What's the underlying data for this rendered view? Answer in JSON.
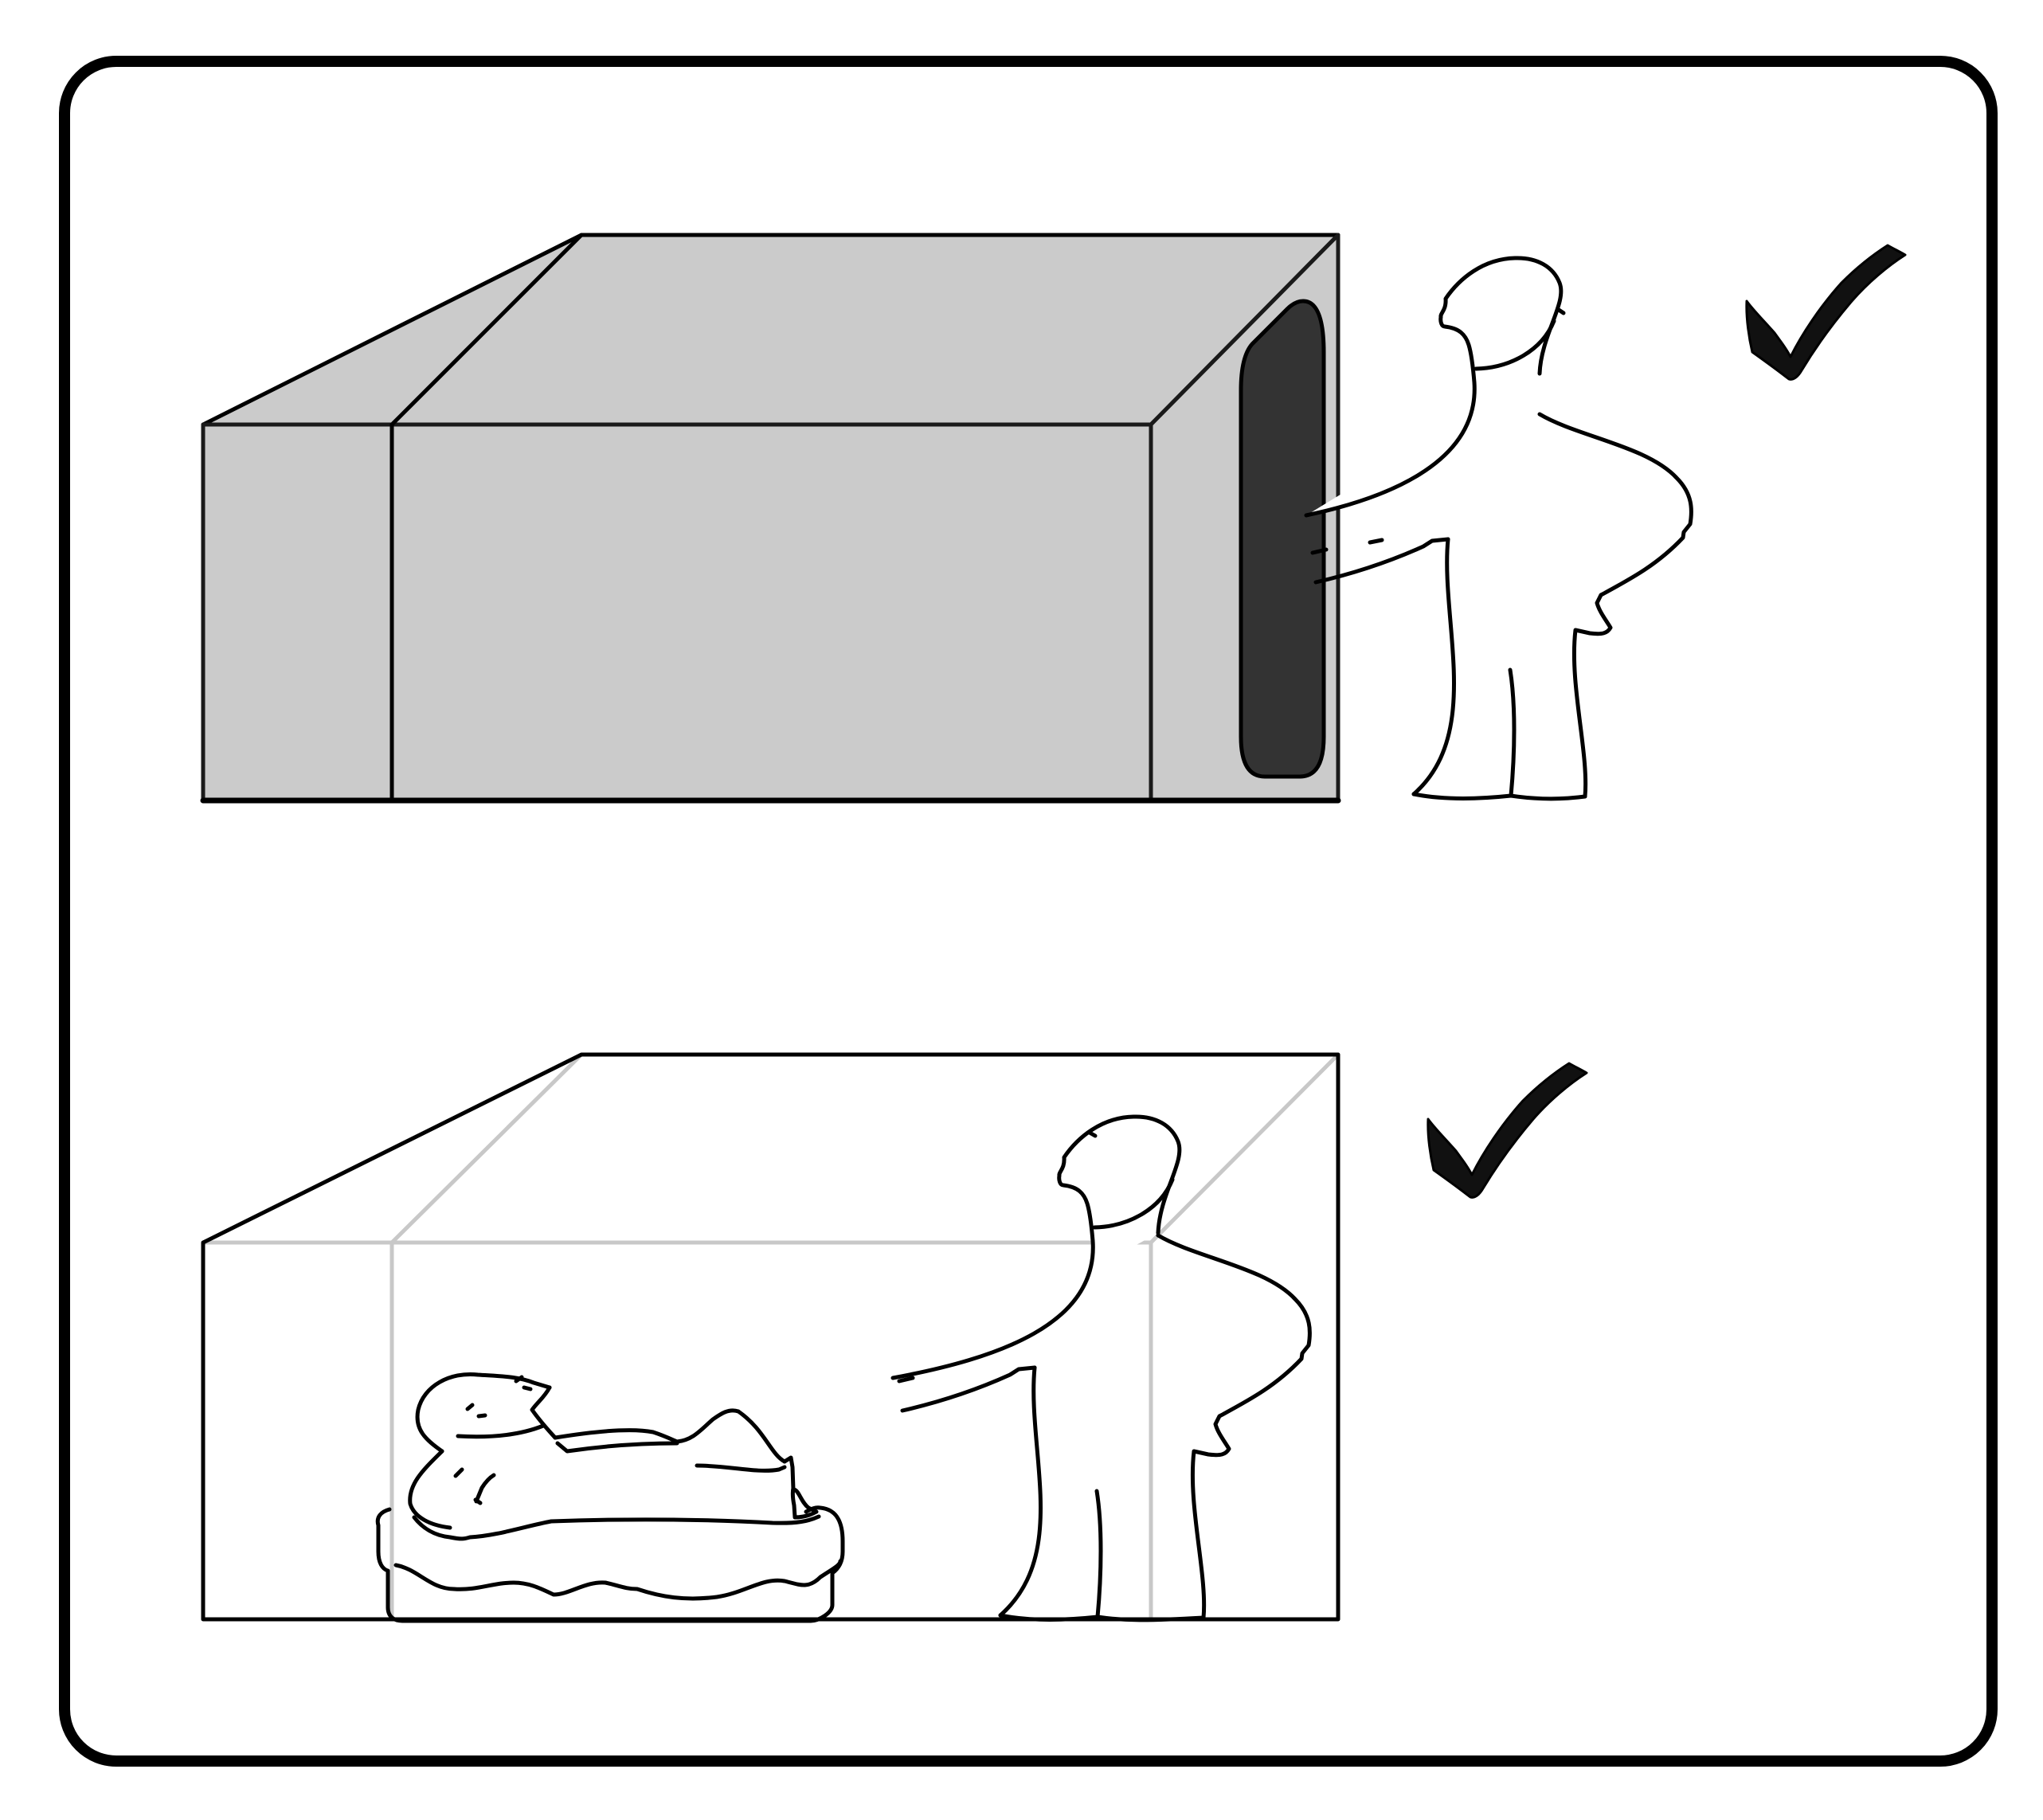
{
  "colors": {
    "background": "#ffffff",
    "ink": "#000000",
    "box_face": "#cbcbcb",
    "door_opening": "#333333",
    "faded_edge": "#c8c8c8"
  },
  "panels": [
    {
      "name": "closed-box-scene",
      "box_state": "closed-opaque",
      "has_door_opening": true,
      "mark": "check-mark-icon",
      "figure": "standing-person-pointing"
    },
    {
      "name": "open-box-scene",
      "box_state": "transparent-see-through",
      "has_door_opening": false,
      "mark": "check-mark-icon",
      "figure": "standing-person-pointing",
      "contents": "reclining-person-on-bed-icon"
    }
  ]
}
